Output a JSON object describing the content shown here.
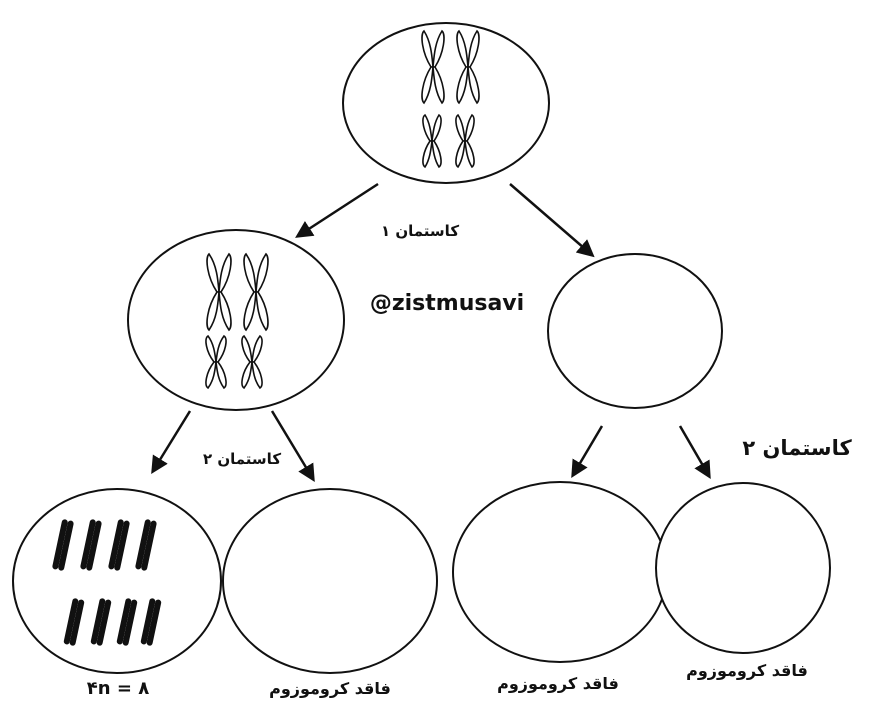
{
  "labels": {
    "division1": "کاستمان ۱",
    "division2_left": "کاستمان ۲",
    "division2_right": "کاستمان ۲",
    "watermark": "@zistmusavi",
    "cell1_caption": "۴n = ۸",
    "cell2_caption": "فاقد کروموزوم",
    "cell3_caption": "فاقد کروموزوم",
    "cell4_caption": "فاقد کروموزوم"
  },
  "colors": {
    "ink": "#111111",
    "background": "#ffffff"
  }
}
